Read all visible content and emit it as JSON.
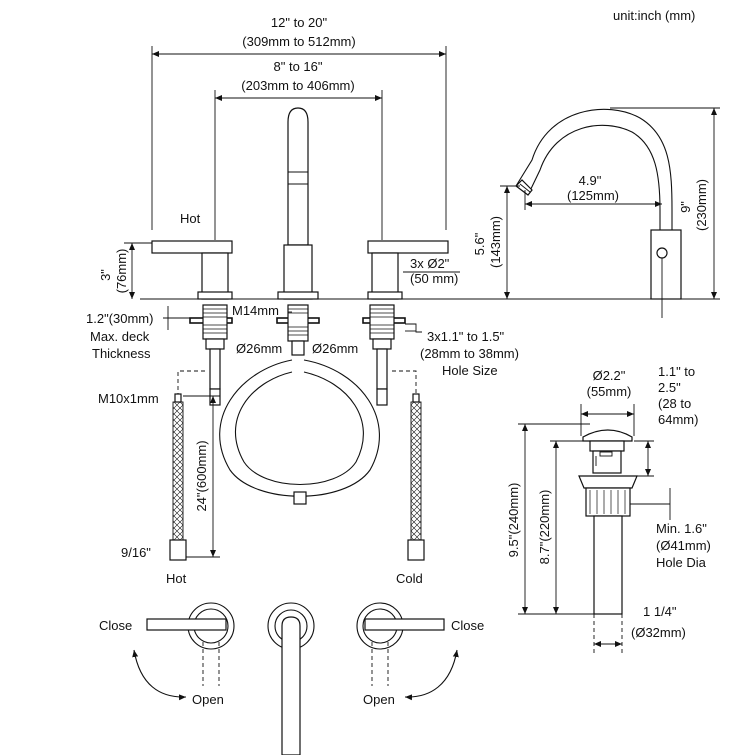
{
  "unit_note": "unit:inch (mm)",
  "spread_total": {
    "inch": "12\" to 20\"",
    "mm": "(309mm to 512mm)"
  },
  "spread_handles": {
    "inch": "8\" to 16\"",
    "mm": "(203mm to 406mm)"
  },
  "label_hot_top": "Hot",
  "handle_height": {
    "inch": "3\"",
    "mm": "(76mm)"
  },
  "deck_thickness": {
    "value": "1.2\"(30mm)",
    "line1": "Max. deck",
    "line2": "Thickness"
  },
  "thread_m14": "M14mm",
  "hole_diameter": {
    "label": "3x Ø2\"",
    "mm": "(50 mm)"
  },
  "nut_left": "Ø26mm",
  "nut_right": "Ø26mm",
  "hole_size": {
    "line1": "3x1.1\" to 1.5\"",
    "line2": "(28mm to 38mm)",
    "line3": "Hole Size"
  },
  "thread_m10": "M10x1mm",
  "hose_length": "24\"(600mm)",
  "connector_size": "9/16\"",
  "label_hot_bottom": "Hot",
  "label_cold_bottom": "Cold",
  "spout_reach": {
    "inch": "4.9\"",
    "mm": "(125mm)"
  },
  "spout_height": {
    "inch": "5.6\"",
    "mm": "(143mm)"
  },
  "total_height": {
    "inch": "9\"",
    "mm": "(230mm)"
  },
  "drain_cap": {
    "inch": "Ø2.2\"",
    "mm": "(55mm)"
  },
  "drain_thickness": {
    "line1": "1.1\" to",
    "line2": "2.5\"",
    "line3": "(28 to",
    "line4": "64mm)"
  },
  "drain_total": "9.5\"(240mm)",
  "drain_body": "8.7\"(220mm)",
  "drain_hole": {
    "line1": "Min. 1.6\"",
    "line2": "(Ø41mm)",
    "line3": "Hole Dia"
  },
  "drain_pipe": {
    "inch": "1 1/4\"",
    "mm": "(Ø32mm)"
  },
  "top_view": {
    "close_left": "Close",
    "open_left": "Open",
    "close_right": "Close",
    "open_right": "Open"
  }
}
